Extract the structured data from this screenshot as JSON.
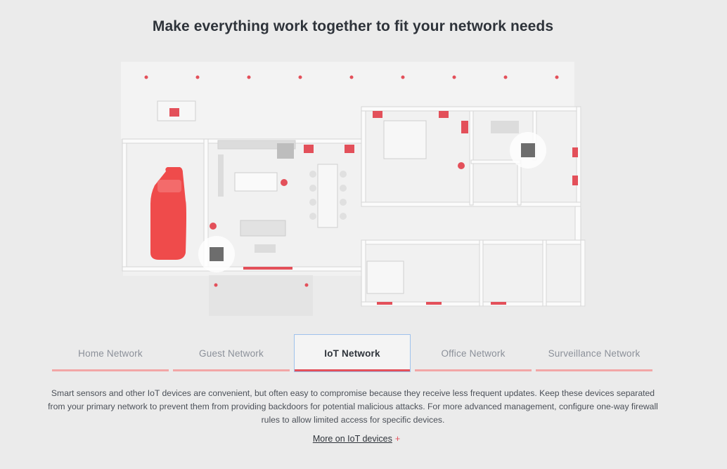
{
  "headline": "Make everything work together to fit your network needs",
  "tabs": [
    {
      "label": "Home Network"
    },
    {
      "label": "Guest Network"
    },
    {
      "label": "IoT Network"
    },
    {
      "label": "Office Network"
    },
    {
      "label": "Surveillance Network"
    }
  ],
  "active_tab": "IoT Network",
  "description": "Smart sensors and other IoT devices are convenient, but often easy to compromise because they receive less frequent updates. Keep these devices separated from your primary network to prevent them from providing backdoors for potential malicious attacks. For more advanced management, configure one-way firewall rules to allow limited access for specific devices.",
  "more_link": {
    "label": "More on IoT devices",
    "icon": "plus-icon"
  },
  "colors": {
    "accent": "#e3505a",
    "accent_light": "#f2a6a6",
    "active_outline": "#9fc2ec",
    "background": "#ebebeb"
  }
}
